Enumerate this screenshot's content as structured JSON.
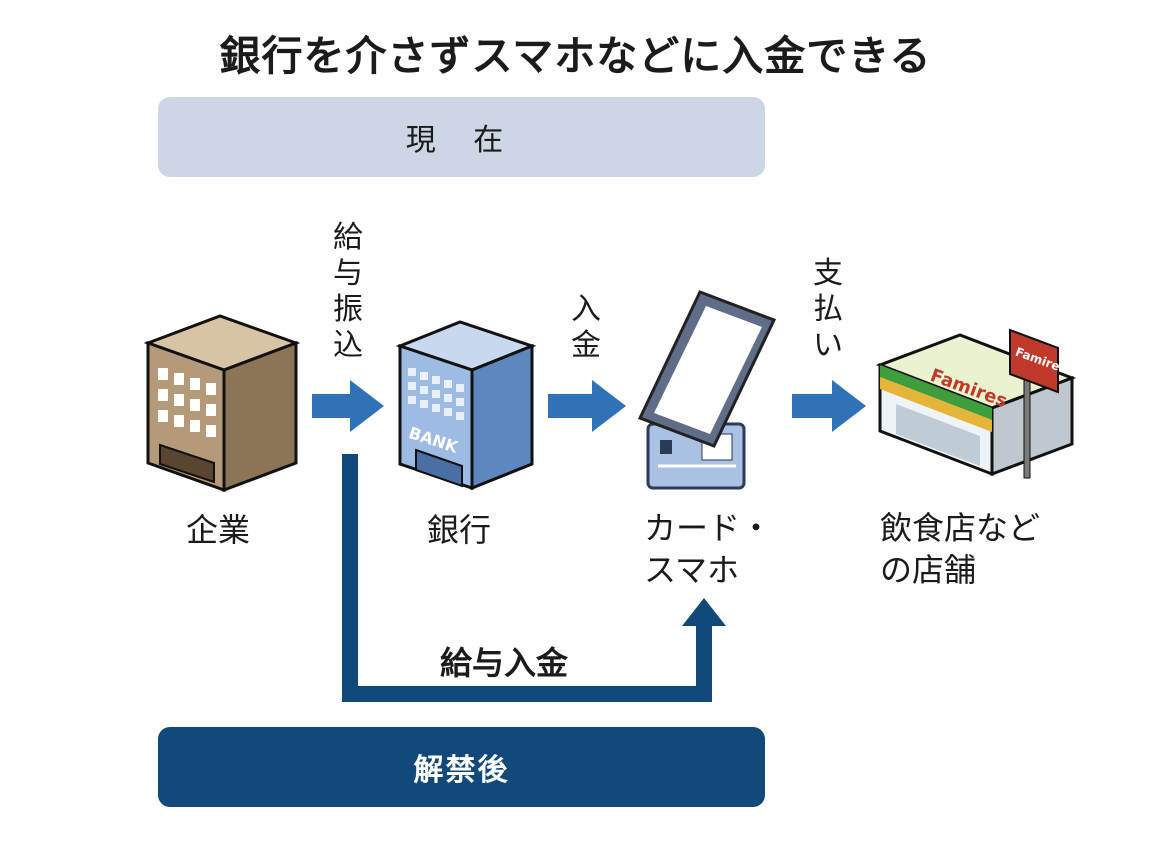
{
  "title": "銀行を介さずスマホなどに入金できる",
  "banners": {
    "current": "現 在",
    "after": "解禁後"
  },
  "nodes": {
    "company": "企業",
    "bank": "銀行",
    "bank_sign": "BANK",
    "card_phone_line1": "カード・",
    "card_phone_line2": "スマホ",
    "store_line1": "飲食店など",
    "store_line2": "の店舗",
    "store_sign": "Famires",
    "store_pole_sign": "Famires"
  },
  "arrows": {
    "salary_transfer": "給与振込",
    "deposit": "入金",
    "payment": "支払い",
    "salary_deposit": "給与入金"
  },
  "colors": {
    "arrow_blue": "#2f72b8",
    "dark_navy": "#114a7a",
    "banner_light": "#cdd6e4",
    "building_tan": "#b49a78",
    "bank_blue": "#7fa3d4",
    "store_green": "#3e9e3c",
    "sign_red": "#c0392b"
  }
}
